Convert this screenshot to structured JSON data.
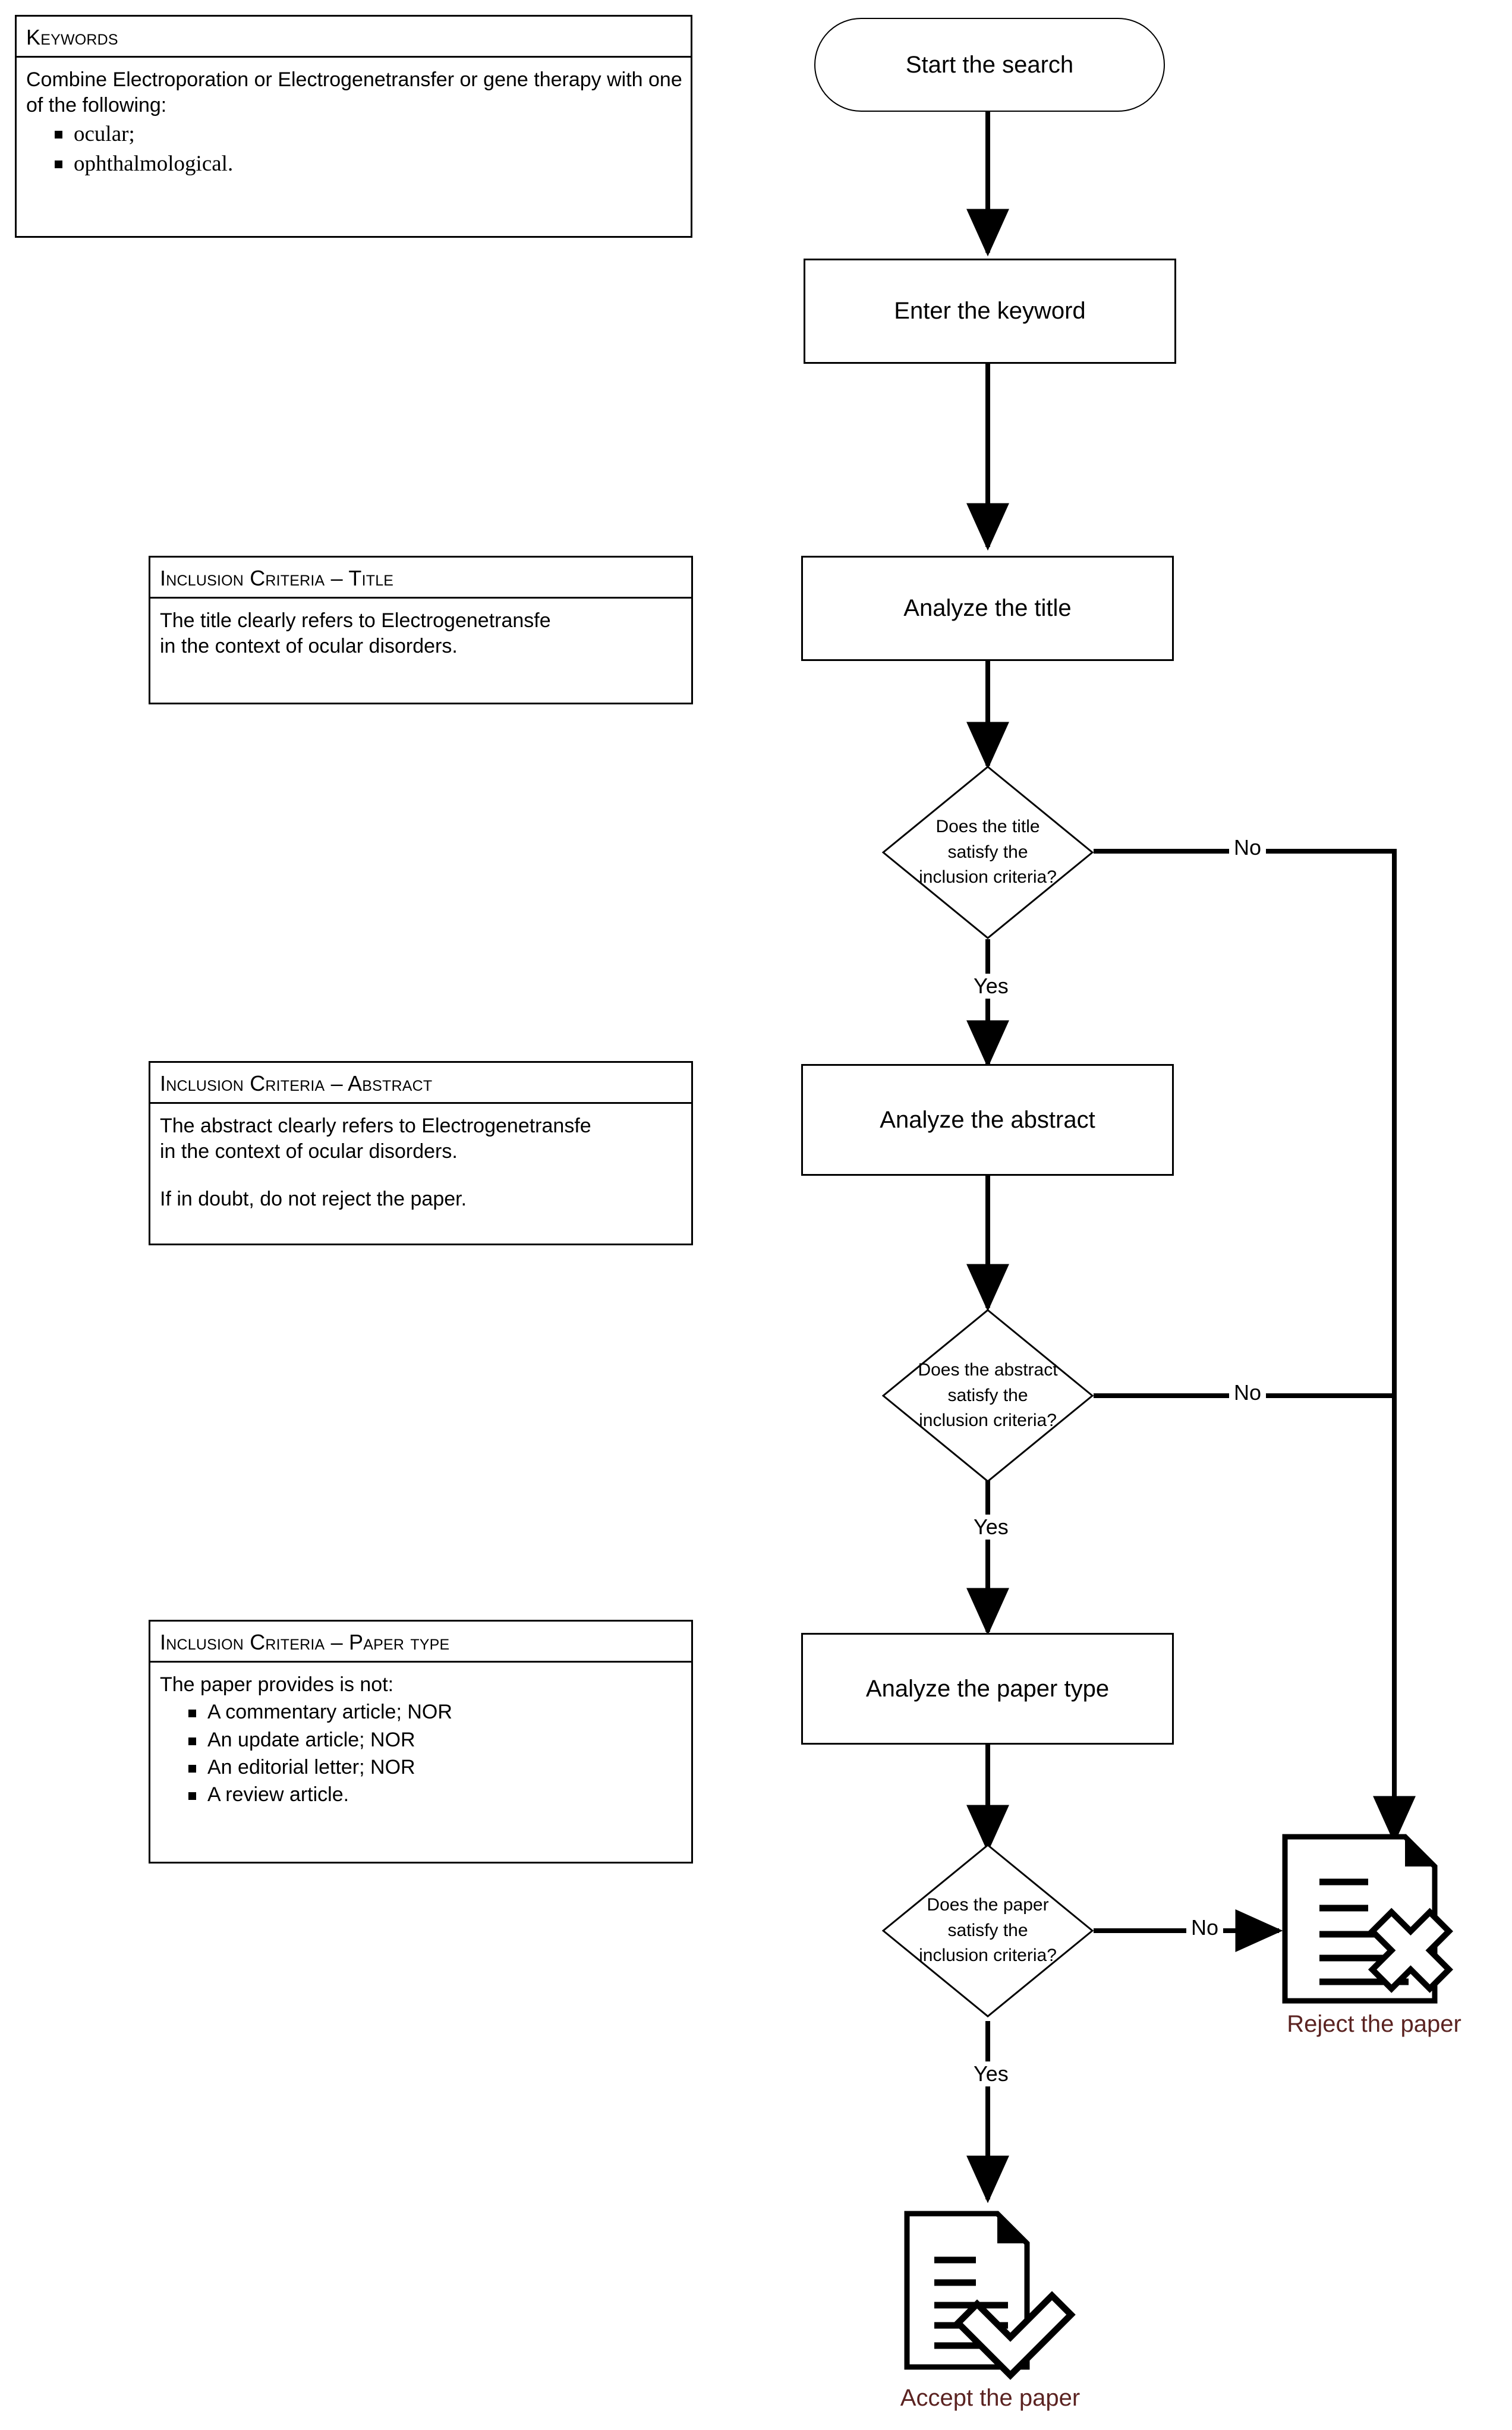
{
  "colors": {
    "stroke": "#000000",
    "background": "#ffffff",
    "endpoint_label": "#5B2321"
  },
  "keywords_panel": {
    "heading": "Keywords",
    "intro": "Combine Electroporation or Electrogenetransfer or gene therapy with one of the following:",
    "items": [
      "ocular;",
      "ophthalmological."
    ]
  },
  "criteria_title": {
    "heading": "Inclusion Criteria – Title",
    "line1": "The title clearly refers to Electrogenetransfe",
    "line2": "in the context of ocular disorders."
  },
  "criteria_abstract": {
    "heading": "Inclusion Criteria – Abstract",
    "line1": "The abstract clearly refers to Electrogenetransfe",
    "line2": "in the context of ocular disorders.",
    "line3": "If in doubt, do not reject the paper."
  },
  "criteria_paper_type": {
    "heading": "Inclusion Criteria – Paper type",
    "intro": "The paper provides is not:",
    "items": [
      "A commentary article; NOR",
      "An update article; NOR",
      "An editorial letter; NOR",
      "A review article."
    ]
  },
  "flow": {
    "start": "Start the search",
    "enter_keyword": "Enter the keyword",
    "analyze_title": "Analyze the title",
    "analyze_abstract": "Analyze the abstract",
    "analyze_paper_type": "Analyze the paper type",
    "decision_title": {
      "line1": "Does the title",
      "line2": "satisfy the",
      "line3": "inclusion criteria?"
    },
    "decision_abstract": {
      "line1": "Does the abstract",
      "line2": "satisfy the",
      "line3": "inclusion criteria?"
    },
    "decision_paper": {
      "line1": "Does the paper",
      "line2": "satisfy the",
      "line3": "inclusion criteria?"
    },
    "labels": {
      "yes": "Yes",
      "no": "No"
    },
    "reject": "Reject the paper",
    "accept": "Accept the paper"
  },
  "icons": {
    "reject": "document-cross-icon",
    "accept": "document-check-icon"
  }
}
